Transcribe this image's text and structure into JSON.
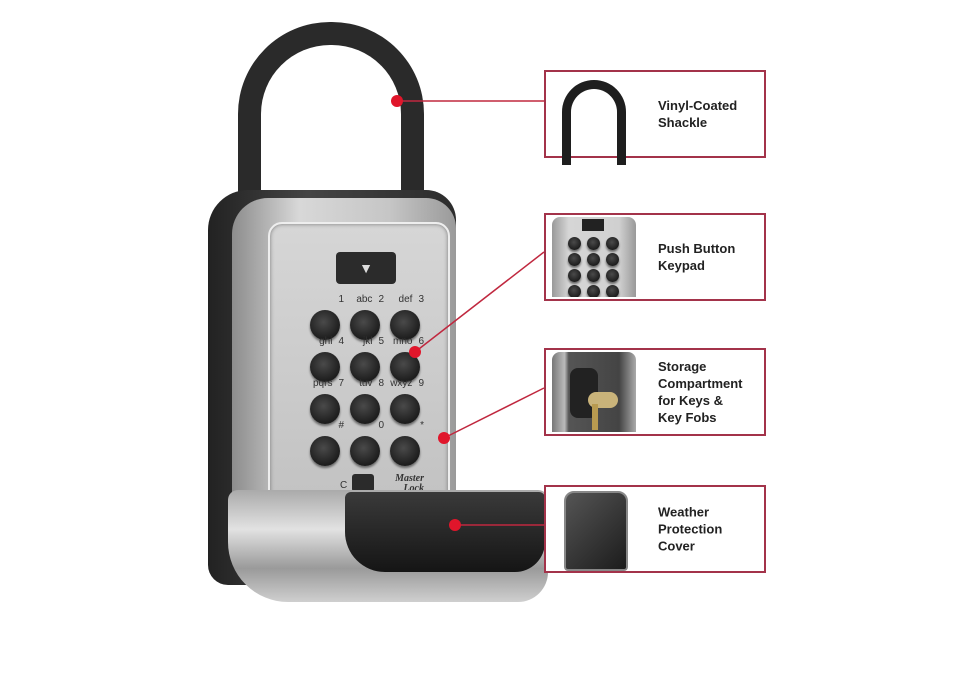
{
  "callouts": [
    {
      "label": "Vinyl-Coated\nShackle",
      "icon": "shackle-icon"
    },
    {
      "label": "Push Button\nKeypad",
      "icon": "keypad-icon"
    },
    {
      "label": "Storage\nCompartment\nfor Keys &\nKey Fobs",
      "icon": "storage-icon"
    },
    {
      "label": "Weather\nProtection\nCover",
      "icon": "cover-icon"
    }
  ],
  "keypad": {
    "keys": [
      {
        "num": "1",
        "letters": ""
      },
      {
        "num": "2",
        "letters": "abc"
      },
      {
        "num": "3",
        "letters": "def"
      },
      {
        "num": "4",
        "letters": "ghi"
      },
      {
        "num": "5",
        "letters": "jkl"
      },
      {
        "num": "6",
        "letters": "mno"
      },
      {
        "num": "7",
        "letters": "pqrs"
      },
      {
        "num": "8",
        "letters": "tuv"
      },
      {
        "num": "9",
        "letters": "wxyz"
      },
      {
        "num": "#",
        "letters": ""
      },
      {
        "num": "0",
        "letters": ""
      },
      {
        "num": "*",
        "letters": ""
      }
    ],
    "clear": "C",
    "slider_arrow": "▼"
  },
  "brand": "Master Lock",
  "accent": "#e0162b",
  "border_color": "#a3334a"
}
